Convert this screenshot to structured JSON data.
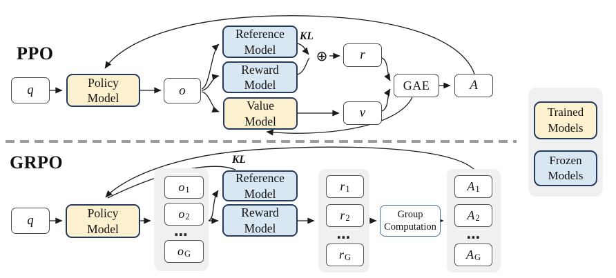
{
  "colors": {
    "trained_fill": "#fbf1cf",
    "frozen_fill": "#d9e7f3",
    "model_border": "#24395e",
    "box_border": "#4b4b4b",
    "gc_border": "#41719c",
    "container_fill": "#f0f0f1",
    "divider": "#9b9b9b",
    "arrow": "#1a1a1a"
  },
  "ppo": {
    "section_label": "PPO",
    "q": "q",
    "policy_model": "Policy\nModel",
    "o": "o",
    "reference_model": "Reference\nModel",
    "reward_model": "Reward\nModel",
    "value_model": "Value\nModel",
    "kl_label": "KL",
    "oplus": "⊕",
    "r": "r",
    "v": "v",
    "gae": "GAE",
    "advantage": "A"
  },
  "grpo": {
    "section_label": "GRPO",
    "q": "q",
    "policy_model": "Policy\nModel",
    "kl_label": "KL",
    "reference_model": "Reference\nModel",
    "reward_model": "Reward\nModel",
    "group_computation": "Group\nComputation",
    "dots": "⋯",
    "o_stack": [
      {
        "base": "o",
        "sub": "1"
      },
      {
        "base": "o",
        "sub": "2"
      },
      {
        "base": "o",
        "sub": "G"
      }
    ],
    "r_stack": [
      {
        "base": "r",
        "sub": "1"
      },
      {
        "base": "r",
        "sub": "2"
      },
      {
        "base": "r",
        "sub": "G"
      }
    ],
    "a_stack": [
      {
        "base": "A",
        "sub": "1"
      },
      {
        "base": "A",
        "sub": "2"
      },
      {
        "base": "A",
        "sub": "G"
      }
    ]
  },
  "legend": {
    "trained": "Trained\nModels",
    "frozen": "Frozen\nModels"
  }
}
